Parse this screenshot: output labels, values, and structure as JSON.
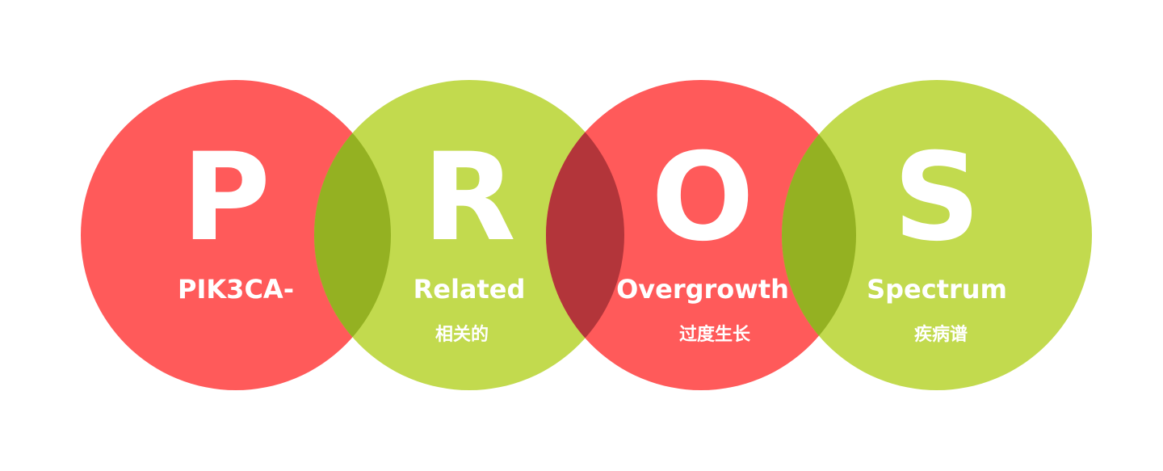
{
  "colors": {
    "red": "#ff5a5a",
    "green": "#c2da4e",
    "overlap_red_green": "#94b122",
    "overlap_red_red": "#b3353a",
    "text": "#ffffff",
    "background": "#ffffff"
  },
  "circles": [
    {
      "letter": "P",
      "word": "PIK3CA-",
      "sub": "",
      "color": "red"
    },
    {
      "letter": "R",
      "word": "Related",
      "sub": "相关的",
      "color": "green"
    },
    {
      "letter": "O",
      "word": "Overgrowth",
      "sub": "过度生长",
      "color": "red"
    },
    {
      "letter": "S",
      "word": "Spectrum",
      "sub": "疾病谱",
      "color": "green"
    }
  ]
}
